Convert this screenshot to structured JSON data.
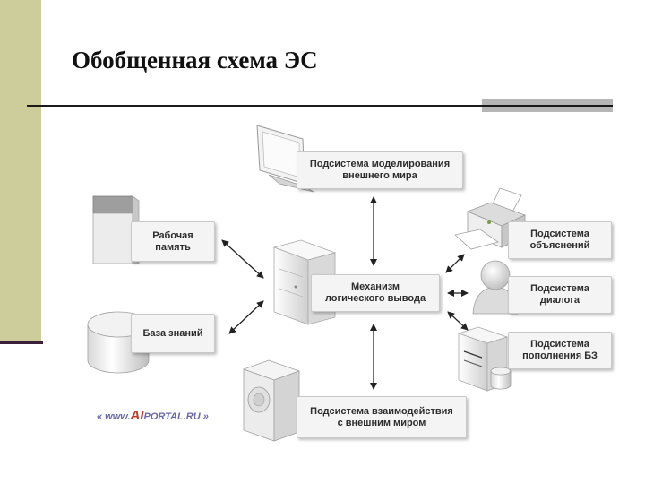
{
  "slide": {
    "title": "Обобщенная схема ЭС",
    "watermark": {
      "prefix": "« www.",
      "brand_initials": "AI",
      "brand_rest": "PORTAL",
      "suffix": ".RU »"
    }
  },
  "diagram": {
    "nodes": {
      "modeling": "Подсистема моделирования\nвнешнего мира",
      "working_memory": "Рабочая\nпамять",
      "inference": "Механизм\nлогического вывода",
      "knowledge_base": "База знаний",
      "explanation": "Подсистема\nобъяснений",
      "dialog": "Подсистема\nдиалога",
      "kb_update": "Подсистема\nпополнения БЗ",
      "interaction": "Подсистема взаимодействия\nс внешним миром"
    },
    "icons": {
      "modeling": "monitor-icon",
      "working_memory": "memory-block-icon",
      "inference": "server-icon",
      "knowledge_base": "database-cylinder-icon",
      "explanation": "printer-icon",
      "dialog": "user-icon",
      "kb_update": "server-with-storage-icon",
      "interaction": "device-box-icon"
    }
  }
}
